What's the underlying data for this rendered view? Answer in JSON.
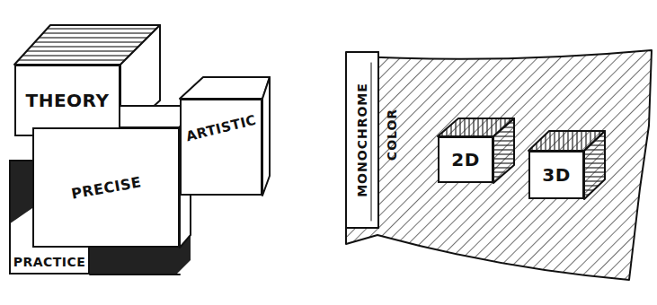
{
  "diagram": {
    "nodes": [
      {
        "text": [
          "THEORY"
        ]
      },
      {
        "text": [
          "ARTISTIC"
        ]
      },
      {
        "text": [
          "PRECISE"
        ]
      },
      {
        "text": [
          "PRACTICE"
        ]
      },
      {
        "text": [
          "2D"
        ]
      },
      {
        "text": [
          "3D"
        ]
      }
    ],
    "labels": [
      "MONOCHROME",
      "COLOR"
    ]
  }
}
